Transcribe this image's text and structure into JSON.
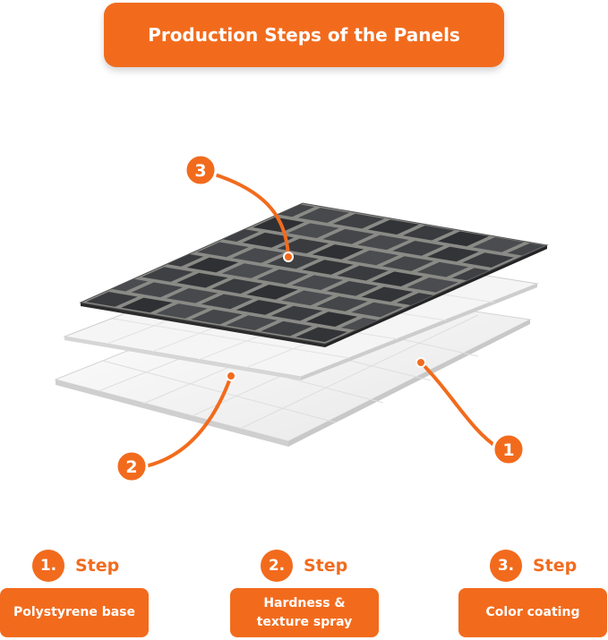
{
  "title": "Production Steps of the Panels",
  "colors": {
    "accent": "#f26b1d",
    "brick": "#3c3d41",
    "mortar": "#8a8a86",
    "white_layer": "#f1f1f1"
  },
  "callouts": [
    {
      "number": "3",
      "layer": "color coating"
    },
    {
      "number": "2",
      "layer": "hardness & texture spray"
    },
    {
      "number": "1",
      "layer": "polystyrene base"
    }
  ],
  "steps": [
    {
      "number": "1.",
      "word": "Step",
      "label_lines": [
        "Polystyrene base"
      ]
    },
    {
      "number": "2.",
      "word": "Step",
      "label_lines": [
        "Hardness &",
        "texture spray"
      ]
    },
    {
      "number": "3.",
      "word": "Step",
      "label_lines": [
        "Color coating"
      ]
    }
  ]
}
